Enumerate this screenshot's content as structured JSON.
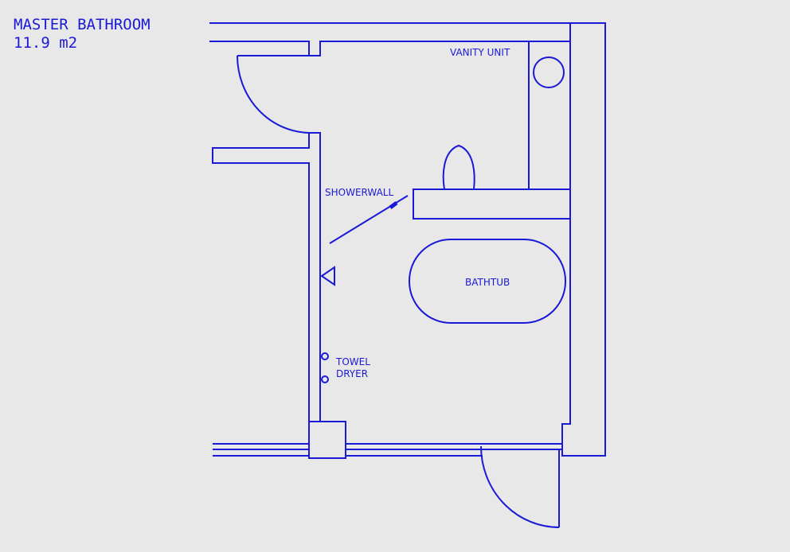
{
  "header": {
    "title": "MASTER BATHROOM",
    "area": "11.9 m2"
  },
  "labels": {
    "vanity": "VANITY UNIT",
    "showerwall": "SHOWERWALL",
    "bathtub": "BATHTUB",
    "towel_line1": "TOWEL",
    "towel_line2": "DRYER"
  },
  "colors": {
    "line": "#1a1ad6",
    "background": "#e9e8e9"
  }
}
